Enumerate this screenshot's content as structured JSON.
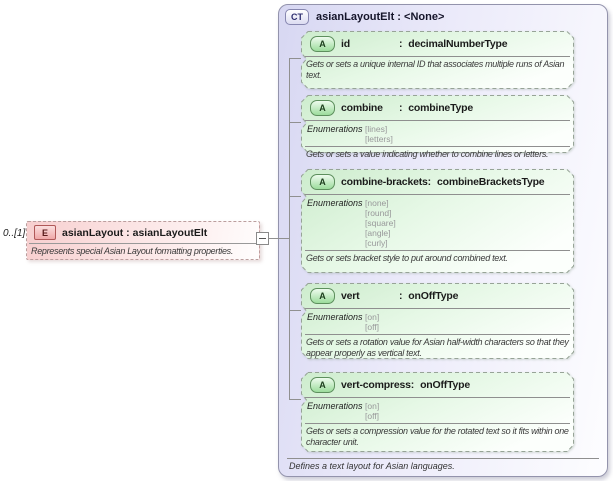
{
  "cardinality": "0..[1]",
  "element": {
    "icon_label": "E",
    "title": "asianLayout : asianLayoutElt",
    "description": "Represents special Asian Layout formatting properties."
  },
  "complex_type": {
    "icon_label": "CT",
    "title": "asianLayoutElt : <None>",
    "separator": ":",
    "enumerations_label": "Enumerations",
    "footer": "Defines a text layout for Asian languages.",
    "attributes": [
      {
        "icon_label": "A",
        "name": "id",
        "type": "decimalNumberType",
        "enumerations": [],
        "description": "Gets or sets a unique internal ID that associates multiple runs of Asian text."
      },
      {
        "icon_label": "A",
        "name": "combine",
        "type": "combineType",
        "enumerations": [
          "[lines]",
          "[letters]"
        ],
        "description": "Gets or sets a value indicating whether to combine lines or letters."
      },
      {
        "icon_label": "A",
        "name": "combine-brackets",
        "type": "combineBracketsType",
        "enumerations": [
          "[none]",
          "[round]",
          "[square]",
          "[angle]",
          "[curly]"
        ],
        "description": "Gets or sets bracket style to put around combined text."
      },
      {
        "icon_label": "A",
        "name": "vert",
        "type": "onOffType",
        "enumerations": [
          "[on]",
          "[off]"
        ],
        "description": "Gets or sets a rotation value for Asian half-width characters so that they appear properly as vertical text."
      },
      {
        "icon_label": "A",
        "name": "vert-compress",
        "type": "onOffType",
        "enumerations": [
          "[on]",
          "[off]"
        ],
        "description": "Gets or sets a compression value for the rotated text so it fits within one character unit."
      }
    ]
  },
  "colors": {
    "complextype_fill": "#d7d7f2",
    "attribute_fill": "#cdeccd",
    "element_fill": "#f7cfcf",
    "connector": "#909090"
  }
}
